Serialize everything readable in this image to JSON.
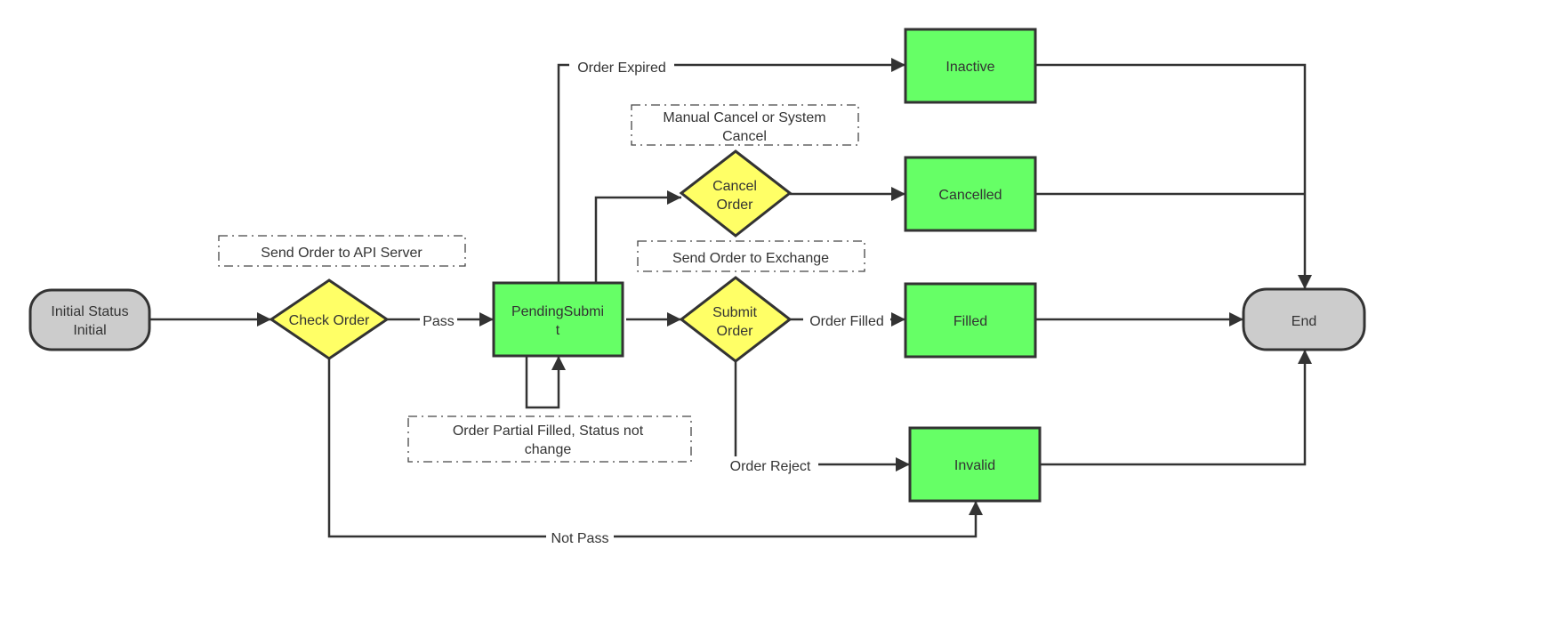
{
  "colors": {
    "state": "#66ff66",
    "decision": "#ffff66",
    "terminal": "#cccccc",
    "stroke": "#333333"
  },
  "nodes": {
    "initial": [
      "Initial Status",
      "Initial"
    ],
    "check_order": "Check Order",
    "pending_submit": [
      "PendingSubmi",
      "t"
    ],
    "cancel_order": [
      "Cancel",
      "Order"
    ],
    "submit_order": [
      "Submit",
      "Order"
    ],
    "inactive": "Inactive",
    "cancelled": "Cancelled",
    "filled": "Filled",
    "invalid": "Invalid",
    "end": "End"
  },
  "edge_labels": {
    "pass": "Pass",
    "not_pass": "Not Pass",
    "order_expired": "Order Expired",
    "order_filled": "Order Filled",
    "order_reject": "Order Reject"
  },
  "notes": {
    "send_api": "Send Order to API Server",
    "manual_cancel": [
      "Manual Cancel or System",
      "Cancel"
    ],
    "send_exchange": "Send Order to Exchange",
    "partial_filled": [
      "Order Partial Filled, Status not",
      "change"
    ]
  }
}
